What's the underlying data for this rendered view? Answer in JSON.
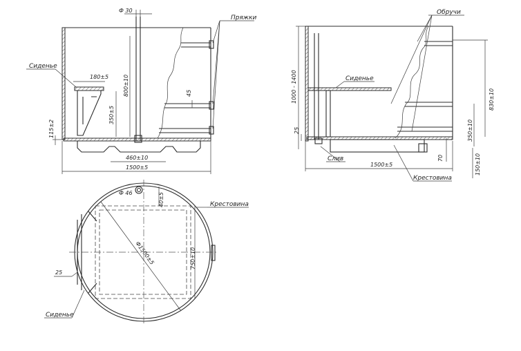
{
  "front_view": {
    "diameter_pipe": "Ф 30",
    "buckles": "Пряжки",
    "seat": "Сиденье",
    "dim_seat_width": "180±5",
    "dim_height_800": "800±10",
    "dim_45": "45",
    "dim_350": "350±5",
    "dim_115": "115±2",
    "dim_460": "460±10",
    "dim_1500": "1500±5"
  },
  "side_view": {
    "hoops": "Обручи",
    "seat": "Сиденье",
    "dim_height_range": "1000 - 1400",
    "dim_830": "830±10",
    "dim_350": "350±10",
    "dim_25": "25",
    "drain": "Слив",
    "dim_1500": "1500±5",
    "crosspiece": "Крестовина",
    "dim_70": "70",
    "dim_150": "150±10"
  },
  "plan_view": {
    "dim_drain_diameter": "Ф 46",
    "dim_40": "40±5",
    "crosspiece": "Крестовина",
    "dim_diameter": "Ф1500±5",
    "dim_750": "750±10",
    "dim_25": "25",
    "seat": "Сиденье"
  }
}
